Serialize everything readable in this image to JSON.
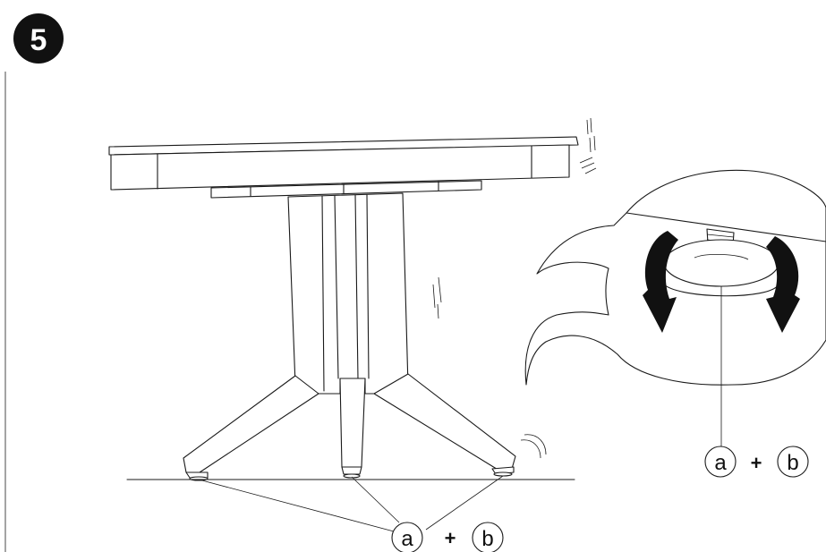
{
  "step": {
    "number": "5"
  },
  "callout_left": {
    "a": "a",
    "plus": "+",
    "b": "b"
  },
  "callout_right": {
    "a": "a",
    "plus": "+",
    "b": "b"
  },
  "colors": {
    "line": "#1a1a1a",
    "background": "#ffffff",
    "arrow": "#111111"
  }
}
